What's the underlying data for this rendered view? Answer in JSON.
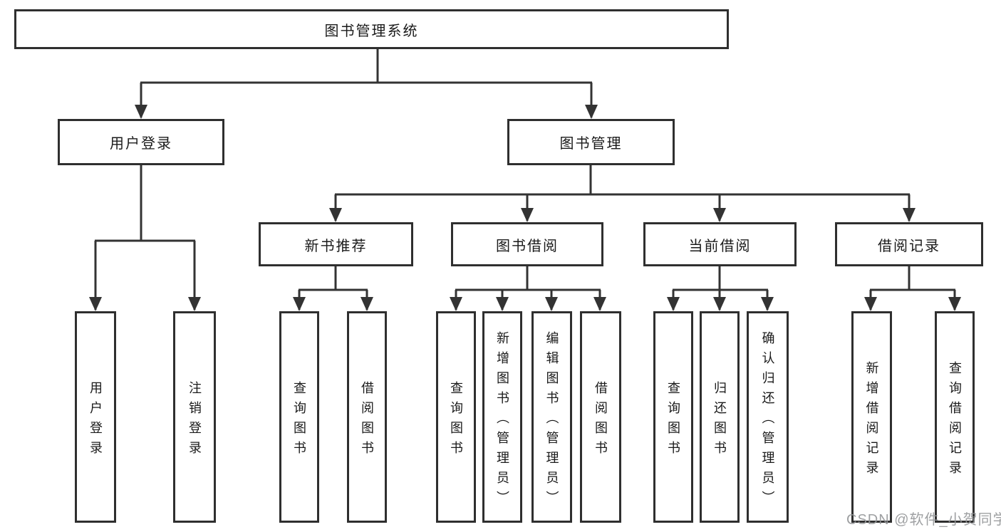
{
  "root": {
    "label": "图书管理系统"
  },
  "user_branch": {
    "label": "用户登录",
    "children": [
      "用户登录",
      "注销登录"
    ]
  },
  "book_branch": {
    "label": "图书管理",
    "groups": [
      {
        "label": "新书推荐",
        "children": [
          "查询图书",
          "借阅图书"
        ]
      },
      {
        "label": "图书借阅",
        "children": [
          "查询图书",
          "新增图书（管理员）",
          "编辑图书（管理员）",
          "借阅图书"
        ]
      },
      {
        "label": "当前借阅",
        "children": [
          "查询图书",
          "归还图书",
          "确认归还（管理员）"
        ]
      },
      {
        "label": "借阅记录",
        "children": [
          "新增借阅记录",
          "查询借阅记录"
        ]
      }
    ]
  },
  "watermark": {
    "text": "CSDN @软件_小贺同学"
  },
  "colors": {
    "line": "#333333",
    "box_border": "#2f2f2f",
    "text": "#1a1a1a",
    "watermark": "#949698",
    "background": "#ffffff"
  }
}
